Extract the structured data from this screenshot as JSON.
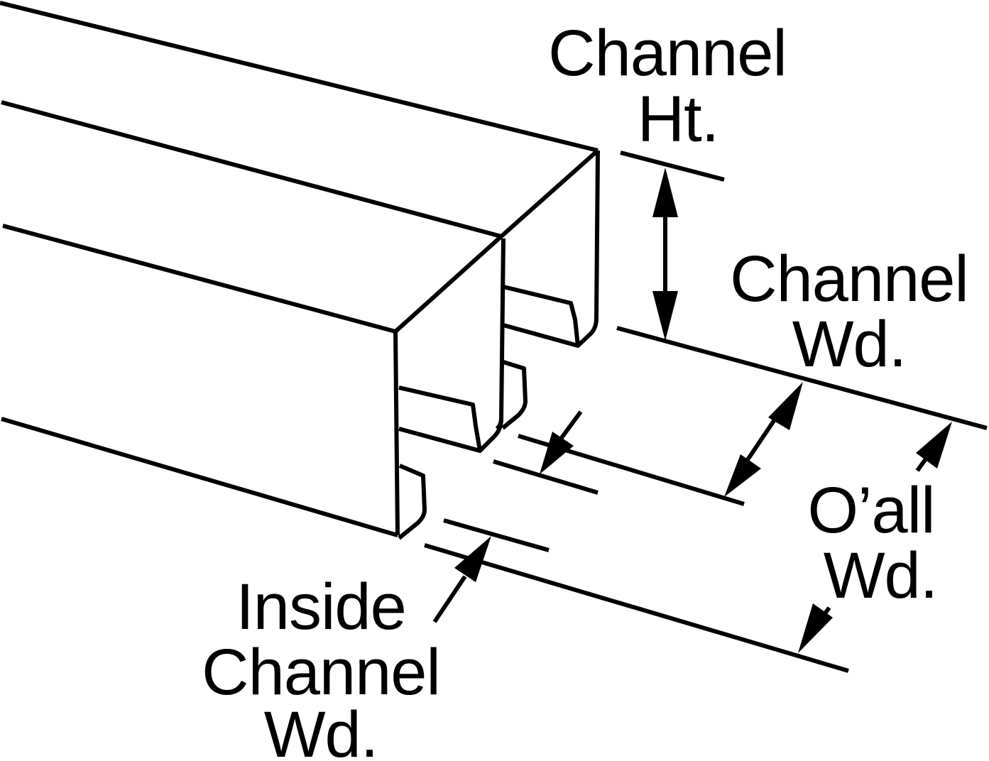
{
  "labels": {
    "channel_height": [
      "Channel",
      "Ht."
    ],
    "channel_width": [
      "Channel",
      "Wd."
    ],
    "overall_width": [
      "O’all",
      "Wd."
    ],
    "inside_channel_width": [
      "Inside",
      "Channel",
      "Wd."
    ]
  }
}
